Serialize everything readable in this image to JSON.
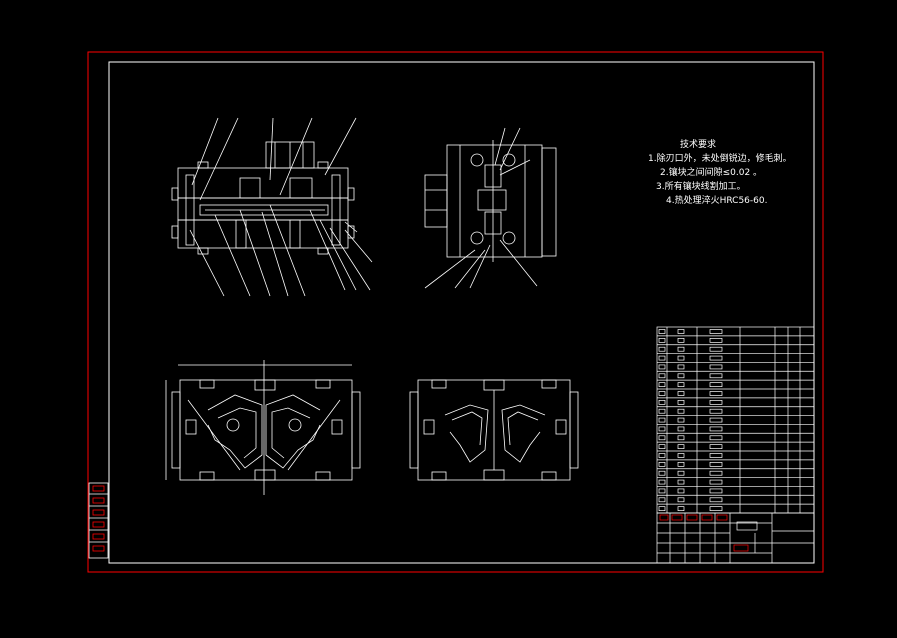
{
  "tech_requirements": {
    "title": "技术要求",
    "items": [
      "1.除刃口外，未处倒锐边，修毛刺。",
      "2.镶块之间间隙≤0.02 。",
      "3.所有镶块线割加工。",
      "4.热处理淬火HRC56-60."
    ]
  },
  "colors": {
    "background": "#000000",
    "frame": "#ff0000",
    "lines": "#ffffff",
    "accent": "#ff0000"
  }
}
